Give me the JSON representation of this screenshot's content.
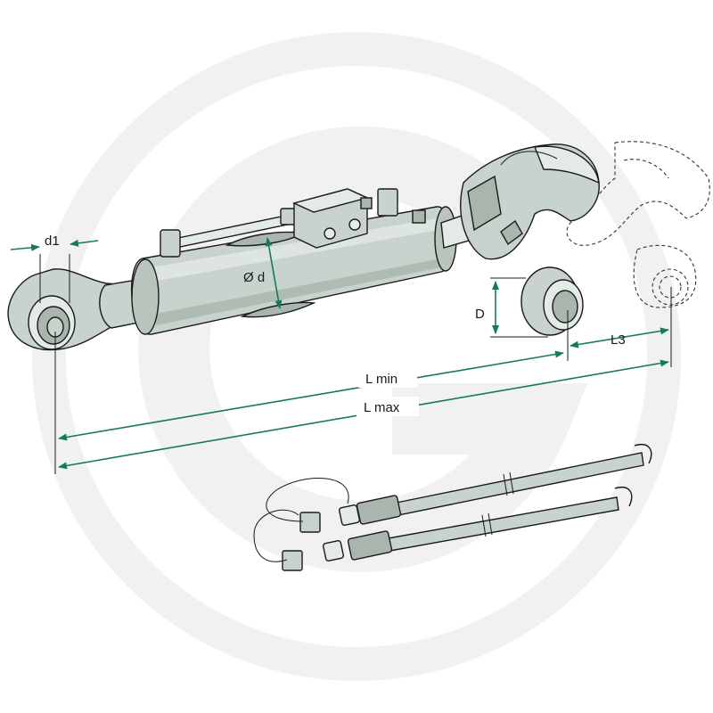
{
  "colors": {
    "dimension": "#157a5a",
    "part_fill": "#c9d3cd",
    "part_shade": "#a9b6ae",
    "part_light": "#e4eae6",
    "watermark": "#f1f1f1",
    "outline": "#1a1a1a"
  },
  "labels": {
    "d1": "d1",
    "diameter_d": "Ø d",
    "D": "D",
    "L3": "L3",
    "L_min": "L min",
    "L_max": "L max"
  }
}
